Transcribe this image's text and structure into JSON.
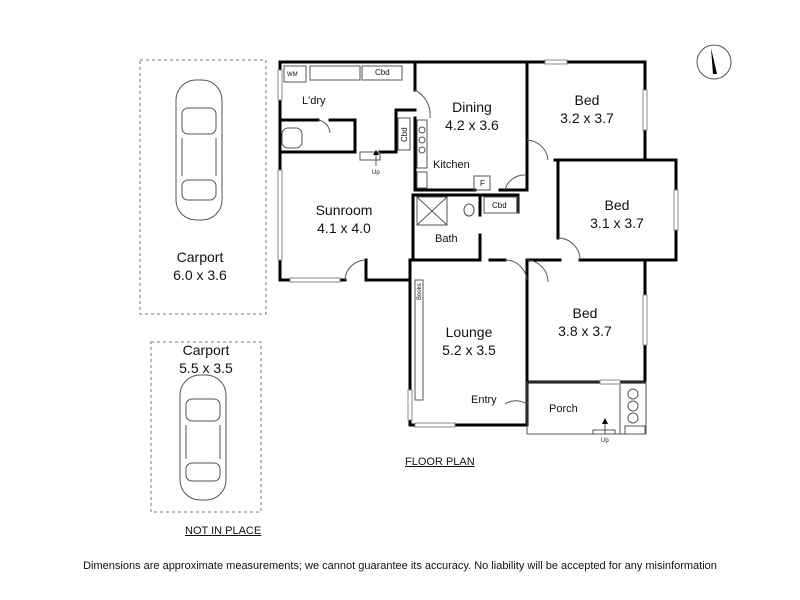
{
  "rooms": {
    "dining": {
      "name": "Dining",
      "size": "4.2 x 3.6"
    },
    "bed1": {
      "name": "Bed",
      "size": "3.2 x 3.7"
    },
    "bed2": {
      "name": "Bed",
      "size": "3.1 x 3.7"
    },
    "bed3": {
      "name": "Bed",
      "size": "3.8 x 3.7"
    },
    "sunroom": {
      "name": "Sunroom",
      "size": "4.1 x 4.0"
    },
    "lounge": {
      "name": "Lounge",
      "size": "5.2 x 3.5"
    },
    "carport1": {
      "name": "Carport",
      "size": "6.0 x 3.6"
    },
    "carport2": {
      "name": "Carport",
      "size": "5.5 x 3.5"
    }
  },
  "labels": {
    "laundry": "L'dry",
    "wm": "WM",
    "cbd": "Cbd",
    "kitchen": "Kitchen",
    "fridge": "F",
    "bath": "Bath",
    "books": "Books",
    "entry": "Entry",
    "porch": "Porch",
    "up": "Up"
  },
  "floor_plan_title": "FLOOR PLAN",
  "not_in_place": "NOT IN PLACE",
  "disclaimer": "Dimensions are approximate measurements; we cannot guarantee its accuracy. No liability will be accepted for any misinformation"
}
